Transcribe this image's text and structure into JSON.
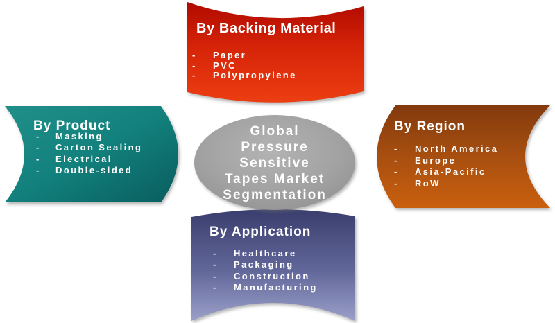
{
  "bullet": "-",
  "text_color": "#ffffff",
  "center": {
    "lines": [
      "Global",
      "Pressure",
      "Sensitive",
      "Tapes Market",
      "Segmentation"
    ],
    "gradient": {
      "start": "#b3b3b3",
      "mid": "#a2a2a2",
      "end": "#8d8d8d"
    }
  },
  "segments": {
    "backing_material": {
      "title": "By Backing Material",
      "items": [
        "Paper",
        "PVC",
        "Polypropylene"
      ],
      "gradient": {
        "start": "#b00a00",
        "mid": "#d62408",
        "end": "#ec3e12"
      }
    },
    "product": {
      "title": "By Product",
      "items": [
        "Masking",
        "Carton Sealing",
        "Electrical",
        "Double-sided"
      ],
      "gradient": {
        "start": "#218f89",
        "mid": "#12807c",
        "end": "#095d5e"
      }
    },
    "region": {
      "title": "By Region",
      "items": [
        "North America",
        "Europe",
        "Asia-Pacific",
        "RoW"
      ],
      "gradient": {
        "start": "#833a0d",
        "mid": "#a84f10",
        "end": "#c9600e"
      }
    },
    "application": {
      "title": "By Application",
      "items": [
        "Healthcare",
        "Packaging",
        "Construction",
        "Manufacturing"
      ],
      "gradient": {
        "start": "#3a3e6e",
        "mid": "#62679a",
        "end": "#9aa0c8"
      }
    }
  }
}
